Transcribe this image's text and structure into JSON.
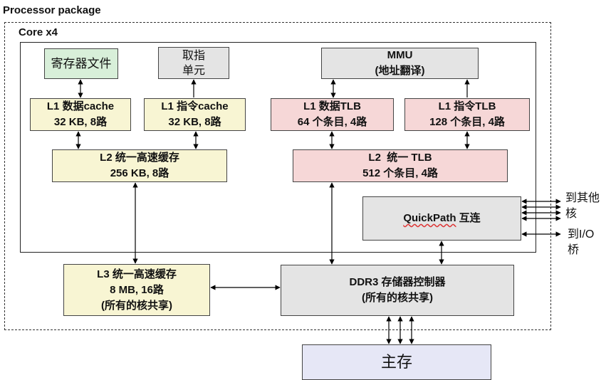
{
  "labels": {
    "package": "Processor package",
    "core": "Core x4"
  },
  "boxes": {
    "regfile": "寄存器文件",
    "fetch": [
      "取指",
      "单元"
    ],
    "mmu": [
      "MMU",
      "(地址翻译)"
    ],
    "l1d": [
      "L1 数据cache",
      "32 KB, 8路"
    ],
    "l1i": [
      "L1 指令cache",
      "32 KB, 8路"
    ],
    "l1dtlb": [
      "L1 数据TLB",
      "64 个条目, 4路"
    ],
    "l1itlb": [
      "L1 指令TLB",
      "128 个条目, 4路"
    ],
    "l2": [
      "L2 统一高速缓存",
      "256 KB, 8路"
    ],
    "l2tlb": [
      "L2  统一 TLB",
      "512 个条目, 4路"
    ],
    "quickpath": {
      "word": "QuickPath",
      "rest": " 互连"
    },
    "l3": [
      "L3 统一高速缓存",
      "8 MB, 16路",
      "(所有的核共享)"
    ],
    "ddr3": [
      "DDR3 存储器控制器",
      "(所有的核共享)"
    ],
    "mainmem": "主存"
  },
  "side": {
    "other_cores": [
      "到其他",
      "核"
    ],
    "io_bridge": [
      "到I/O",
      "桥"
    ]
  }
}
